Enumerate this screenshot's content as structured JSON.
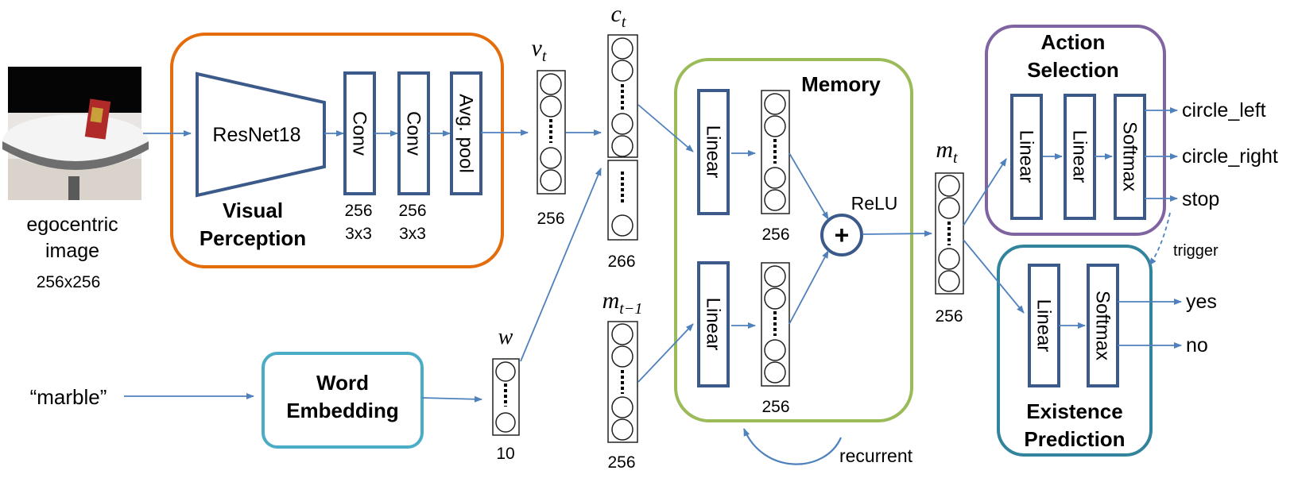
{
  "input": {
    "image_label_line1": "egocentric",
    "image_label_line2": "image",
    "image_size": "256x256",
    "word": "“marble”"
  },
  "visual": {
    "title_line1": "Visual",
    "title_line2": "Perception",
    "resnet": "ResNet18",
    "conv1": "Conv",
    "conv1_ch": "256",
    "conv1_k": "3x3",
    "conv2": "Conv",
    "conv2_ch": "256",
    "conv2_k": "3x3",
    "pool": "Avg. pool"
  },
  "embedding": {
    "line1": "Word",
    "line2": "Embedding"
  },
  "vectors": {
    "v_sym": "v",
    "v_sub": "t",
    "v_dim": "256",
    "c_sym": "c",
    "c_sub": "t",
    "c_dim": "266",
    "w_sym": "w",
    "w_dim": "10",
    "mprev_sym": "m",
    "mprev_sub": "t−1",
    "mprev_dim": "256",
    "m_sym": "m",
    "m_sub": "t",
    "m_dim": "256"
  },
  "memory": {
    "title": "Memory",
    "linear_top": "Linear",
    "linear_bottom": "Linear",
    "dim_top": "256",
    "dim_bottom": "256",
    "relu": "ReLU",
    "plus": "+",
    "recurrent": "recurrent"
  },
  "action": {
    "title_line1": "Action",
    "title_line2": "Selection",
    "linear1": "Linear",
    "linear2": "Linear",
    "softmax": "Softmax",
    "out1": "circle_left",
    "out2": "circle_right",
    "out3": "stop"
  },
  "trigger": "trigger",
  "existence": {
    "title_line1": "Existence",
    "title_line2": "Prediction",
    "linear": "Linear",
    "softmax": "Softmax",
    "out_yes": "yes",
    "out_no": "no"
  },
  "colors": {
    "visual_border": "#E46C0A",
    "embedding_border": "#4BACC6",
    "memory_border": "#9BBB59",
    "action_border": "#8064A2",
    "existence_border": "#31849B",
    "block_border": "#3B5A8A",
    "arrow": "#4F81BD"
  }
}
